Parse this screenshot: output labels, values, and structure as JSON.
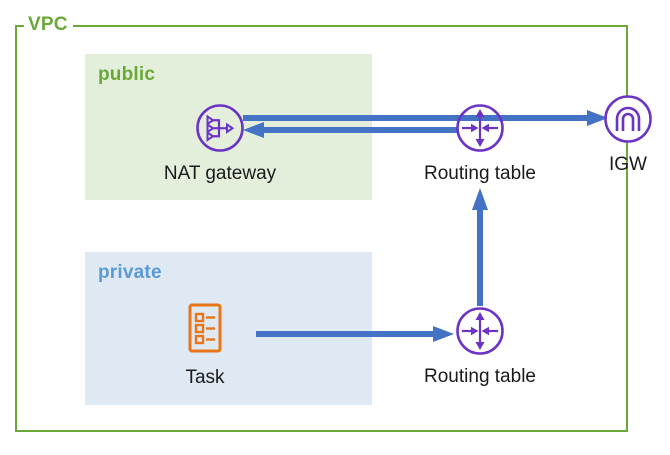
{
  "diagram": {
    "title": "VPC",
    "vpc": {
      "label": "VPC",
      "border_color": "#6aa838"
    },
    "subnets": [
      {
        "id": "public",
        "label": "public",
        "fill": "#e3eedb",
        "text_color": "#6aa838"
      },
      {
        "id": "private",
        "label": "private",
        "fill": "#dfe9f4",
        "text_color": "#5b9bd5"
      }
    ],
    "nodes": [
      {
        "id": "nat-gateway",
        "label": "NAT gateway",
        "icon": "nat-gateway-icon",
        "color": "#6b34c7",
        "subnet": "public"
      },
      {
        "id": "routing-table-public",
        "label": "Routing table",
        "icon": "routing-table-icon",
        "color": "#6b34c7",
        "subnet": "vpc"
      },
      {
        "id": "igw",
        "label": "IGW",
        "icon": "internet-gateway-icon",
        "color": "#6b34c7",
        "subnet": "edge"
      },
      {
        "id": "task",
        "label": "Task",
        "icon": "task-icon",
        "color": "#e8751a",
        "subnet": "private"
      },
      {
        "id": "routing-table-private",
        "label": "Routing table",
        "icon": "routing-table-icon",
        "color": "#6b34c7",
        "subnet": "vpc"
      }
    ],
    "connectors": [
      {
        "id": "rt-public-to-igw",
        "from": "routing-table-public",
        "to": "igw",
        "direction": "right",
        "color": "#4472c4"
      },
      {
        "id": "rt-public-to-nat",
        "from": "routing-table-public",
        "to": "nat-gateway",
        "direction": "left",
        "color": "#4472c4"
      },
      {
        "id": "rt-private-to-rt-public",
        "from": "routing-table-private",
        "to": "routing-table-public",
        "direction": "up",
        "color": "#4472c4"
      },
      {
        "id": "task-to-rt-private",
        "from": "task",
        "to": "routing-table-private",
        "direction": "right",
        "color": "#4472c4"
      }
    ]
  }
}
